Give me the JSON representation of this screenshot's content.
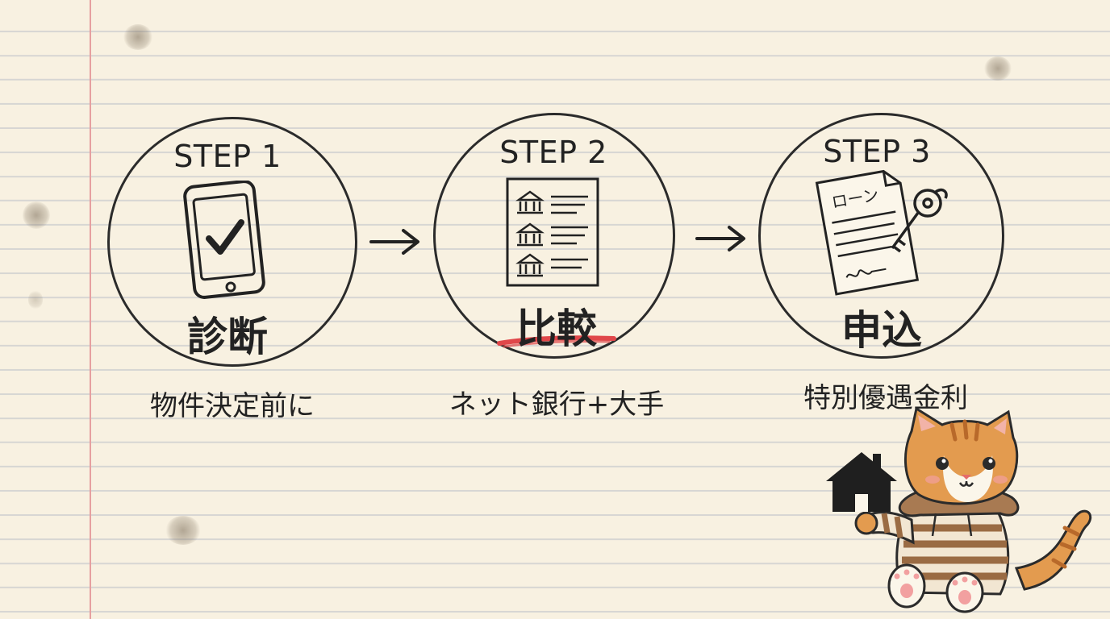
{
  "steps": [
    {
      "label": "STEP 1",
      "title": "診断",
      "description": "物件決定前に",
      "icon": "smartphone-check-icon"
    },
    {
      "label": "STEP 2",
      "title": "比較",
      "description": "ネット銀行+大手",
      "icon": "bank-list-icon"
    },
    {
      "label": "STEP 3",
      "title": "申込",
      "description": "特別優遇金利",
      "icon": "loan-document-key-icon"
    }
  ],
  "loan_document_text": "ローン",
  "mascot": {
    "character": "cat-in-striped-hoodie",
    "holds": "house-icon"
  },
  "colors": {
    "paper": "#f8f1e1",
    "ink": "#222222",
    "margin_line": "#e6a0a0",
    "highlight": "#e0474a",
    "cat_orange": "#e39b4f"
  }
}
